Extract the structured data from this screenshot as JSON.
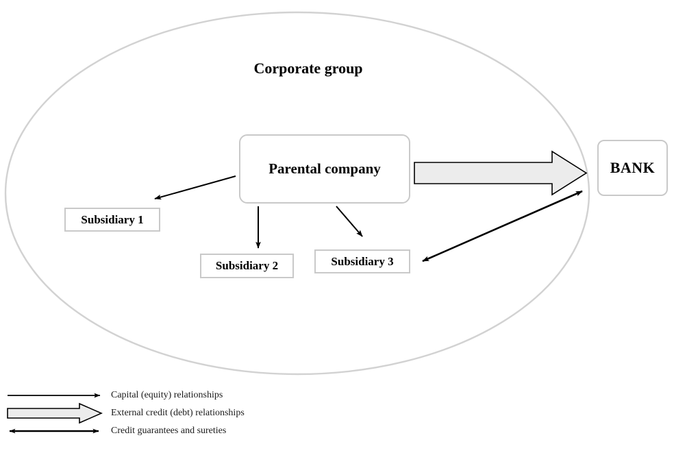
{
  "diagram": {
    "title": "Corporate group",
    "group_boundary_name": "corporate-group-ellipse",
    "nodes": {
      "parental_company": "Parental company",
      "bank": "BANK",
      "subsidiary_1": "Subsidiary 1",
      "subsidiary_2": "Subsidiary 2",
      "subsidiary_3": "Subsidiary 3"
    },
    "colors": {
      "ellipse_stroke": "#d2d2d2",
      "box_stroke": "#c9c9c9",
      "arrow_stroke": "#000000",
      "block_arrow_fill": "#ececec",
      "text": "#000000"
    },
    "edges": [
      {
        "name": "parental-to-subsidiary-1",
        "from": "Parental company",
        "to": "Subsidiary 1",
        "type": "Capital (equity) relationships"
      },
      {
        "name": "parental-to-subsidiary-2",
        "from": "Parental company",
        "to": "Subsidiary 2",
        "type": "Capital (equity) relationships"
      },
      {
        "name": "parental-to-subsidiary-3",
        "from": "Parental company",
        "to": "Subsidiary 3",
        "type": "Capital (equity) relationships"
      },
      {
        "name": "parental-to-bank",
        "from": "Parental company",
        "to": "BANK",
        "type": "External credit (debt) relationships"
      },
      {
        "name": "subsidiary-3-to-bank",
        "from": "Subsidiary 3",
        "to": "BANK",
        "type": "Credit guarantees and sureties"
      }
    ]
  },
  "legend": {
    "items": [
      {
        "symbol": "thin-arrow",
        "label": "Capital (equity) relationships"
      },
      {
        "symbol": "block-arrow",
        "label": "External credit (debt) relationships"
      },
      {
        "symbol": "double-headed-arrow",
        "label": "Credit guarantees and sureties"
      }
    ]
  }
}
